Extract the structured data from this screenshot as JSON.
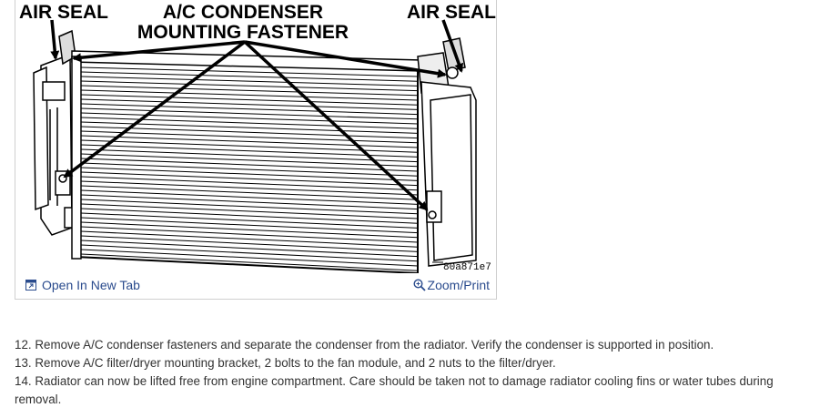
{
  "figure": {
    "labels": {
      "air_seal_left": "AIR SEAL",
      "condenser_line1": "A/C CONDENSER",
      "condenser_line2": "MOUNTING FASTENER",
      "air_seal_right": "AIR SEAL",
      "image_code": "80a871e7"
    },
    "toolbar": {
      "open_label": "Open In New Tab",
      "zoom_label": "Zoom/Print",
      "link_color": "#2a4b8d"
    }
  },
  "steps": [
    "12. Remove A/C condenser fasteners and separate the condenser from the radiator. Verify the condenser is supported in position.",
    "13. Remove A/C filter/dryer mounting bracket, 2 bolts to the fan module, and 2 nuts to the filter/dryer.",
    "14. Radiator can now be lifted free from engine compartment. Care should be taken not to damage radiator cooling fins or water tubes during removal."
  ]
}
